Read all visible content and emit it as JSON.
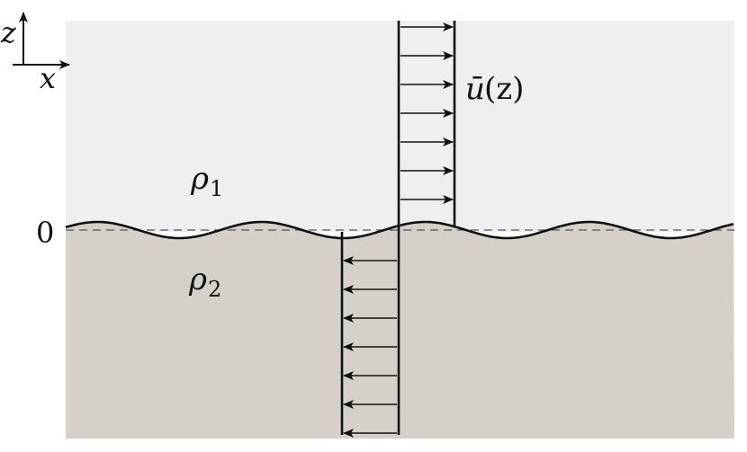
{
  "axes": {
    "z_label": "z",
    "x_label": "x",
    "zero_label": "0"
  },
  "layers": {
    "upper": {
      "symbol": "ρ",
      "subscript": "1",
      "color": "#efefef"
    },
    "lower": {
      "symbol": "ρ",
      "subscript": "2",
      "color": "#d5d1ca"
    }
  },
  "velocity": {
    "symbol": "ū",
    "argument": "(z)"
  },
  "colors": {
    "line": "#111111",
    "dashed": "#555555"
  }
}
